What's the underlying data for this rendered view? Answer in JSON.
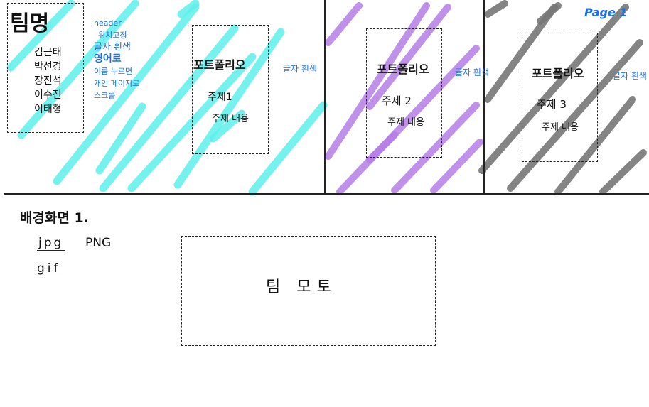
{
  "page_label": "Page 1",
  "header": {
    "team_name": "팀명",
    "members": [
      "김근태",
      "박선경",
      "장진석",
      "이수진",
      "이태형"
    ],
    "notes": [
      "header",
      "위치고정",
      "글자 흰색",
      "영어로",
      "이름 누르면",
      "개인 페이지로",
      "스크롤"
    ]
  },
  "portfolios": [
    {
      "title": "포트폴리오",
      "subject": "주제1",
      "content": "주제 내용",
      "side_note": "글자 흰색",
      "hatch_color": "#5ff0ec"
    },
    {
      "title": "포트폴리오",
      "subject": "주제 2",
      "content": "주제 내용",
      "side_note": "글자 흰색",
      "hatch_color": "#b57ee6"
    },
    {
      "title": "포트폴리오",
      "subject": "주제 3",
      "content": "주제 내용",
      "side_note": "글자 흰색",
      "hatch_color": "#777777"
    }
  ],
  "background": {
    "label": "배경화면 1.",
    "formats": [
      "jpg",
      "PNG",
      "gif"
    ],
    "team_photo": "팀 모토"
  },
  "colors": {
    "accent_note": "#1f6fe0",
    "line": "#222222"
  }
}
